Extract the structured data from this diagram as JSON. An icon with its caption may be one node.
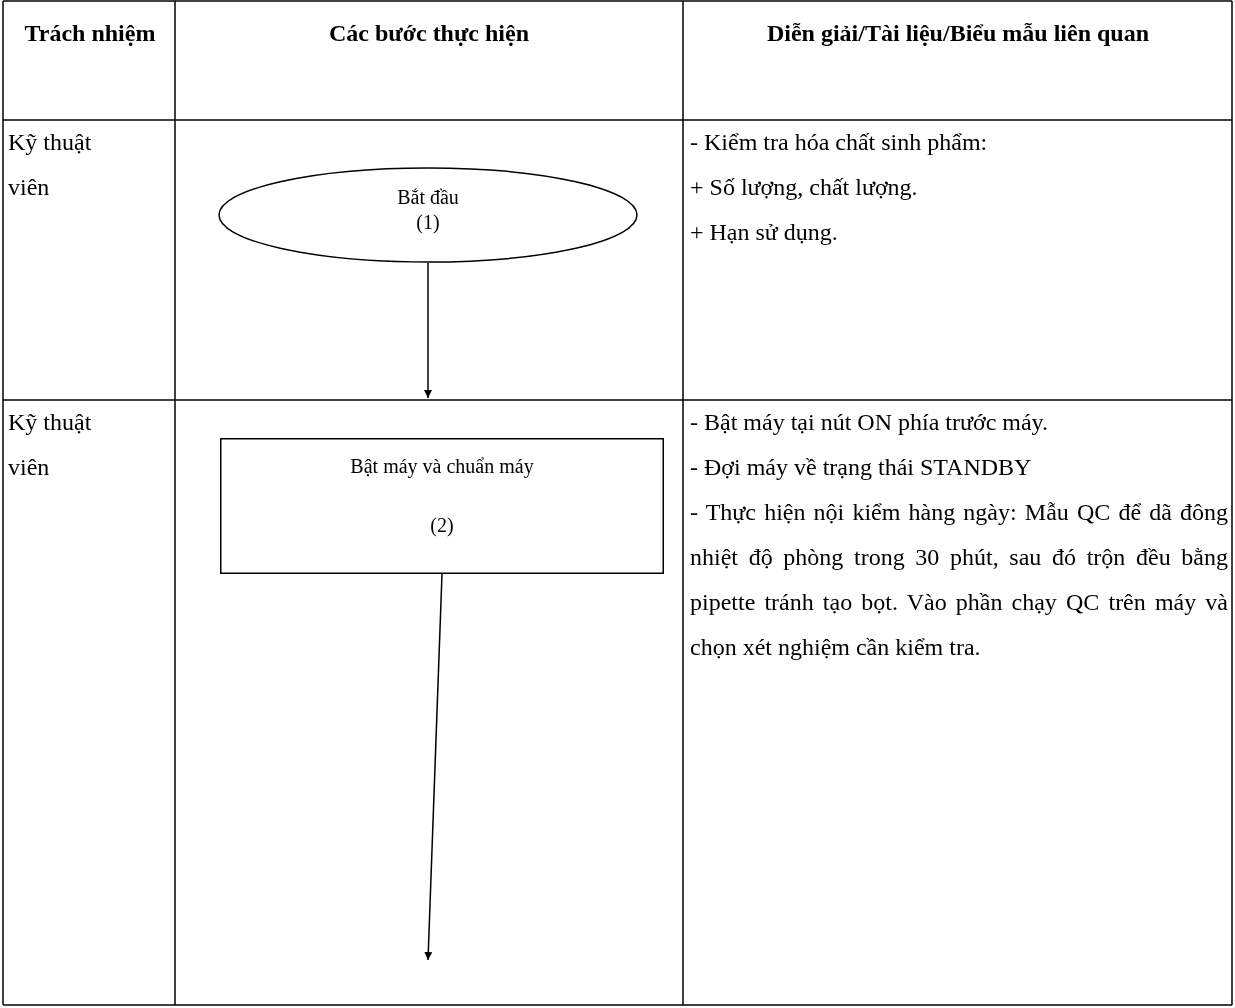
{
  "diagram": {
    "nodes": [
      {
        "text": [
          "Bắt đầu (1)"
        ]
      },
      {
        "text": [
          "Bật máy và chuẩn máy",
          "(2)"
        ]
      }
    ],
    "edges": [
      {
        "from": 0,
        "to": null,
        "arrow": "to"
      },
      {
        "from": 1,
        "to": null,
        "arrow": "to"
      }
    ],
    "labels": [
      "Trách nhiệm",
      "Các bước thực hiện",
      "Diễn giải/Tài liệu/Biểu mẫu liên quan",
      "Kỹ thuật viên",
      "- Kiểm tra hóa chất sinh phẩm:",
      "+ Số lượng, chất lượng.",
      "+ Hạn sử dụng.",
      "Kỹ thuật viên",
      "- Bật máy tại nút ON phía trước máy.",
      "- Đợi máy về trạng thái STANDBY",
      "- Thực hiện nội kiểm hàng ngày: Mẫu QC để dã đông nhiệt độ phòng trong 30 phút, sau đó trộn đều bằng pipette tránh tạo bọt. Vào phần chạy QC trên máy và chọn xét nghiệm cần kiểm tra."
    ]
  }
}
